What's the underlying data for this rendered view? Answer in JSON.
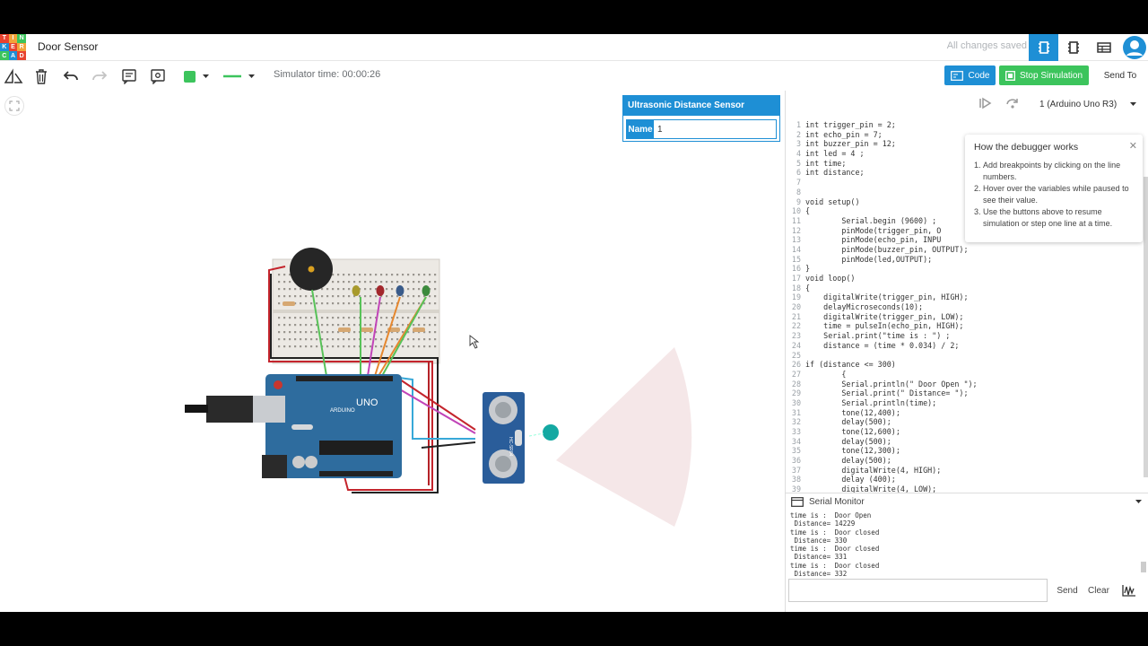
{
  "app": {
    "logo_letters": [
      "T",
      "I",
      "N",
      "K",
      "E",
      "R",
      "C",
      "A",
      "D",
      "",
      "",
      ""
    ],
    "logo_colors": [
      "#e8432f",
      "#f2a33a",
      "#3cc45c",
      "#1e8fd5",
      "#e8432f",
      "#f2a33a",
      "#3cc45c",
      "#1e8fd5",
      "#e8432f",
      "#f2a33a",
      "#3cc45c",
      "#1e8fd5"
    ],
    "project_title": "Door Sensor",
    "save_status": "All changes saved"
  },
  "toolbar": {
    "sim_time": "Simulator time: 00:00:26",
    "code_label": "Code",
    "stop_label": "Stop Simulation",
    "send_to_label": "Send To",
    "fill_color": "#3cc45c",
    "wire_color": "#3cc45c"
  },
  "inspector": {
    "title": "Ultrasonic Distance Sensor",
    "name_label": "Name",
    "name_value": "1"
  },
  "board_select": "1 (Arduino Uno R3)",
  "code_lines": [
    "int trigger_pin = 2;",
    "int echo_pin = 7;",
    "int buzzer_pin = 12;",
    "int led = 4 ;",
    "int time;",
    "int distance;",
    "",
    "",
    "void setup()",
    "{",
    "        Serial.begin (9600) ;",
    "        pinMode(trigger_pin, O",
    "        pinMode(echo_pin, INPU",
    "        pinMode(buzzer_pin, OUTPUT);",
    "        pinMode(led,OUTPUT);",
    "}",
    "void loop()",
    "{",
    "    digitalWrite(trigger_pin, HIGH);",
    "    delayMicroseconds(10);",
    "    digitalWrite(trigger_pin, LOW);",
    "    time = pulseIn(echo_pin, HIGH);",
    "    Serial.print(\"time is : \") ;",
    "    distance = (time * 0.034) / 2;",
    "",
    "if (distance <= 300)",
    "        {",
    "        Serial.println(\" Door Open \");",
    "        Serial.print(\" Distance= \");",
    "        Serial.println(time);",
    "        tone(12,400);",
    "        delay(500);",
    "        tone(12,600);",
    "        delay(500);",
    "        tone(12,300);",
    "        delay(500);",
    "        digitalWrite(4, HIGH);",
    "        delay (400);",
    "        digitalWrite(4, LOW);"
  ],
  "debugger": {
    "title": "How the debugger works",
    "close": "✕",
    "steps": [
      "Add breakpoints by clicking on the line numbers.",
      "Hover over the variables while paused to see their value.",
      "Use the buttons above to resume simulation or step one line at a time."
    ]
  },
  "serial": {
    "title": "Serial Monitor",
    "output": "time is :  Door Open\n Distance= 14229\ntime is :  Door closed\n Distance= 330\ntime is :  Door closed\n Distance= 331\ntime is :  Door closed\n Distance= 332",
    "send_label": "Send",
    "clear_label": "Clear"
  },
  "circuit": {
    "arduino_label": "UNO",
    "arduino_brand": "ARDUINO",
    "sensor_label": "HC-SR04"
  }
}
